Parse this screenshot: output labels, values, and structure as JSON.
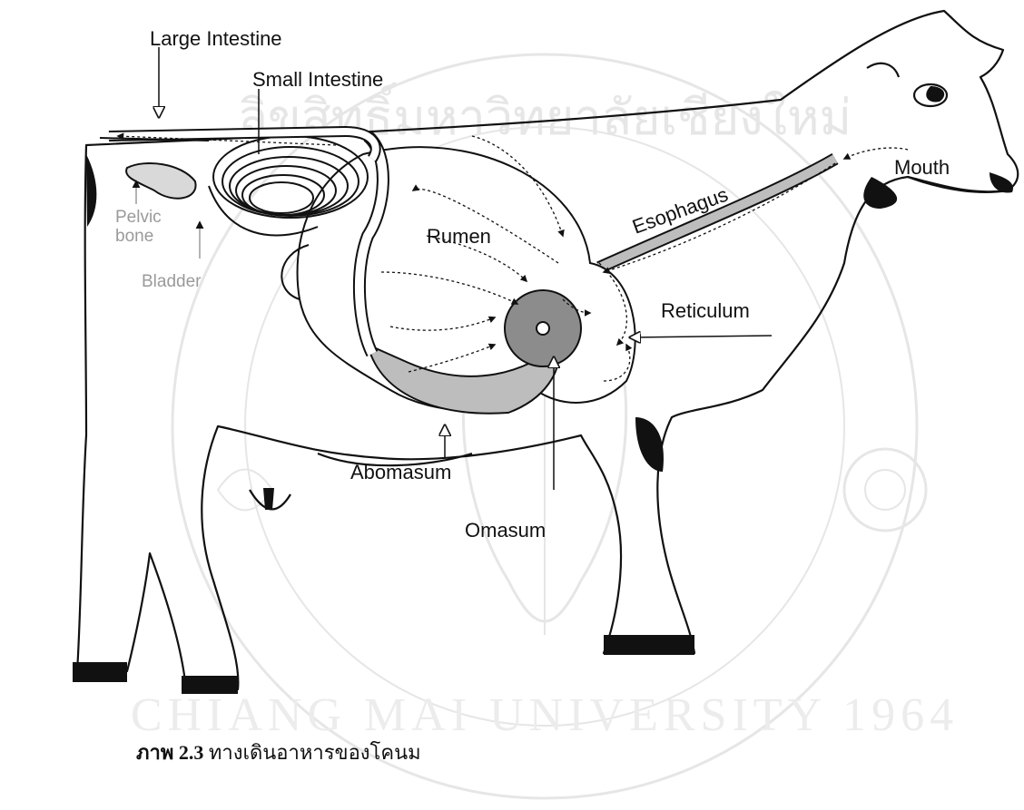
{
  "labels": {
    "large_intestine": "Large Intestine",
    "small_intestine": "Small Intestine",
    "mouth": "Mouth",
    "esophagus": "Esophagus",
    "rumen": "Rumen",
    "reticulum": "Reticulum",
    "pelvic_bone_line1": "Pelvic",
    "pelvic_bone_line2": "bone",
    "bladder": "Bladder",
    "abomasum": "Abomasum",
    "omasum": "Omasum"
  },
  "watermark": {
    "seal_top_text": "ลิขสิทธิ์มหาวิทยาลัยเชียงใหม่",
    "seal_bottom_text": "CHIANG MAI UNIVERSITY 1964"
  },
  "caption": {
    "prefix": "ภาพ 2.3",
    "text": " ทางเดินอาหารของโคนม"
  }
}
